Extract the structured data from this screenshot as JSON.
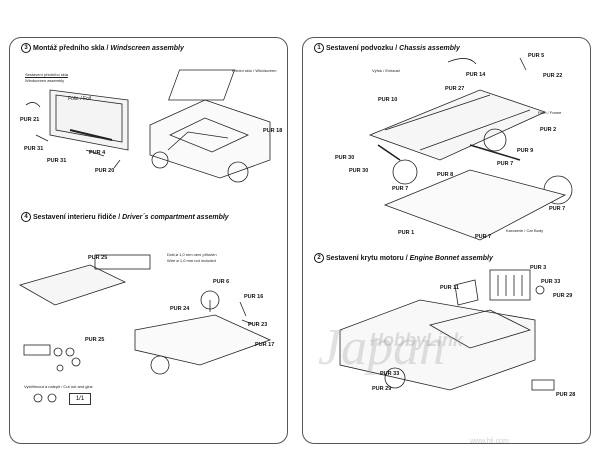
{
  "sections": {
    "windscreen": {
      "number": "3",
      "title_cz": "Montáž předního skla / ",
      "title_en": "Windscreen assembly"
    },
    "driver": {
      "number": "4",
      "title_cz": "Sestavení interieru řidiče / ",
      "title_en": "Driver´s compartment assembly"
    },
    "chassis": {
      "number": "1",
      "title_cz": "Sestavení podvozku / ",
      "title_en": "Chassis assembly"
    },
    "bonnet": {
      "number": "2",
      "title_cz": "Sestavení krytu motoru / ",
      "title_en": "Engine Bonnet  assembly"
    }
  },
  "notes": {
    "windscreen_assy": "Sestavení předního skla",
    "windscreen_assy_en": "Windscreen assembly",
    "folie": "Fólie / Foil",
    "front_glass": "Přední sklo / Windscreen",
    "wire_note_1": "Drát ⌀ 1,0 mm není přiložen",
    "wire_note_2": "Wire ⌀ 1,0 mm not included",
    "cutout_1": "Vystřihnout a nalepit / Cut out and glue",
    "exhaust": "Výfuk / Exhaust",
    "frame": "Rám / Frame",
    "body": "Karoserie / Car Body",
    "scale": "1/1"
  },
  "labels": {
    "pur21": "PUR 21",
    "pur31a": "PUR 31",
    "pur31b": "PUR 31",
    "pur4": "PUR 4",
    "pur20": "PUR 20",
    "pur18": "PUR 18",
    "pur25a": "PUR 25",
    "pur6": "PUR 6",
    "pur24": "PUR 24",
    "pur16": "PUR 16",
    "pur23": "PUR 23",
    "pur25b": "PUR 25",
    "pur17": "PUR 17",
    "pur5": "PUR 5",
    "pur14": "PUR 14",
    "pur27": "PUR 27",
    "pur22": "PUR 22",
    "pur10": "PUR 10",
    "pur2": "PUR 2",
    "pur9": "PUR 9",
    "pur30a": "PUR 30",
    "pur30b": "PUR 30",
    "pur8": "PUR 8",
    "pur7a": "PUR 7",
    "pur7b": "PUR 7",
    "pur7c": "PUR 7",
    "pur7d": "PUR 7",
    "pur1": "PUR 1",
    "pur3": "PUR 3",
    "pur11": "PUR 11",
    "pur33a": "PUR 33",
    "pur29a": "PUR 29",
    "pur33b": "PUR 33",
    "pur29b": "PUR 29",
    "pur28": "PUR 28"
  },
  "watermark": {
    "main": "Japan",
    "brand": "HobbyLink",
    "url": "www.hlj.com"
  }
}
